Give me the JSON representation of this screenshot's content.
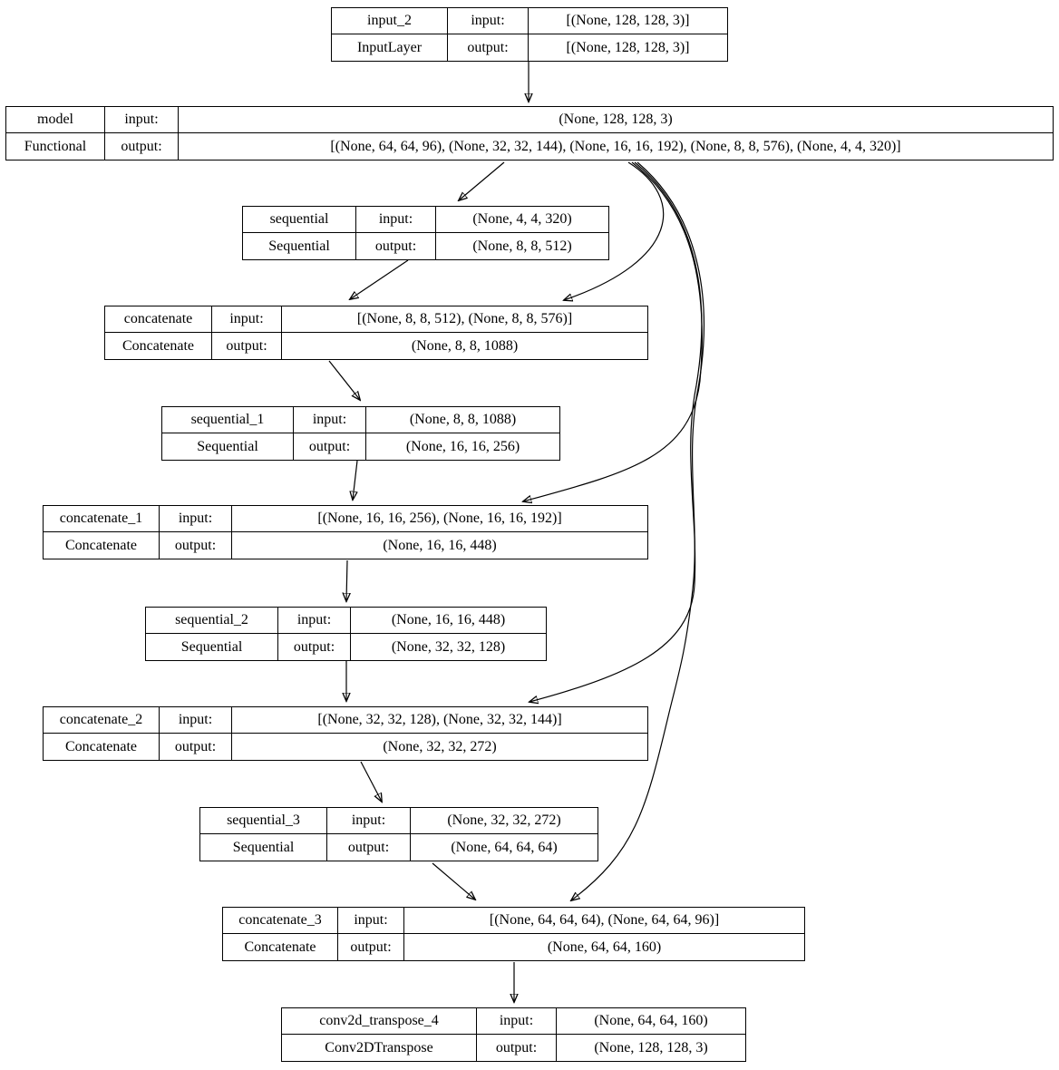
{
  "labels": {
    "input": "input:",
    "output": "output:"
  },
  "nodes": [
    {
      "name": "input_2",
      "type": "InputLayer",
      "input": "[(None, 128, 128, 3)]",
      "output": "[(None, 128, 128, 3)]"
    },
    {
      "name": "model",
      "type": "Functional",
      "input": "(None, 128, 128, 3)",
      "output": "[(None, 64, 64, 96), (None, 32, 32, 144), (None, 16, 16, 192), (None, 8, 8, 576), (None, 4, 4, 320)]"
    },
    {
      "name": "sequential",
      "type": "Sequential",
      "input": "(None, 4, 4, 320)",
      "output": "(None, 8, 8, 512)"
    },
    {
      "name": "concatenate",
      "type": "Concatenate",
      "input": "[(None, 8, 8, 512), (None, 8, 8, 576)]",
      "output": "(None, 8, 8, 1088)"
    },
    {
      "name": "sequential_1",
      "type": "Sequential",
      "input": "(None, 8, 8, 1088)",
      "output": "(None, 16, 16, 256)"
    },
    {
      "name": "concatenate_1",
      "type": "Concatenate",
      "input": "[(None, 16, 16, 256), (None, 16, 16, 192)]",
      "output": "(None, 16, 16, 448)"
    },
    {
      "name": "sequential_2",
      "type": "Sequential",
      "input": "(None, 16, 16, 448)",
      "output": "(None, 32, 32, 128)"
    },
    {
      "name": "concatenate_2",
      "type": "Concatenate",
      "input": "[(None, 32, 32, 128), (None, 32, 32, 144)]",
      "output": "(None, 32, 32, 272)"
    },
    {
      "name": "sequential_3",
      "type": "Sequential",
      "input": "(None, 32, 32, 272)",
      "output": "(None, 64, 64, 64)"
    },
    {
      "name": "concatenate_3",
      "type": "Concatenate",
      "input": "[(None, 64, 64, 64), (None, 64, 64, 96)]",
      "output": "(None, 64, 64, 160)"
    },
    {
      "name": "conv2d_transpose_4",
      "type": "Conv2DTranspose",
      "input": "(None, 64, 64, 160)",
      "output": "(None, 128, 128, 3)"
    }
  ],
  "edges": [
    {
      "from": "input_2",
      "to": "model"
    },
    {
      "from": "model",
      "to": "sequential"
    },
    {
      "from": "model",
      "to": "concatenate"
    },
    {
      "from": "model",
      "to": "concatenate_1"
    },
    {
      "from": "model",
      "to": "concatenate_2"
    },
    {
      "from": "model",
      "to": "concatenate_3"
    },
    {
      "from": "sequential",
      "to": "concatenate"
    },
    {
      "from": "concatenate",
      "to": "sequential_1"
    },
    {
      "from": "sequential_1",
      "to": "concatenate_1"
    },
    {
      "from": "concatenate_1",
      "to": "sequential_2"
    },
    {
      "from": "sequential_2",
      "to": "concatenate_2"
    },
    {
      "from": "concatenate_2",
      "to": "sequential_3"
    },
    {
      "from": "sequential_3",
      "to": "concatenate_3"
    },
    {
      "from": "concatenate_3",
      "to": "conv2d_transpose_4"
    }
  ],
  "colors": {
    "line": "#000000",
    "background": "#ffffff",
    "text": "#000000"
  }
}
